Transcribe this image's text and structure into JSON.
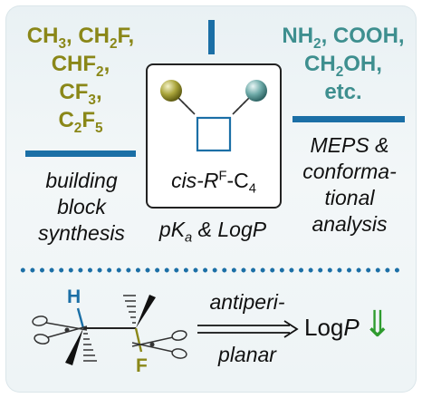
{
  "left_group": {
    "line1": "CH",
    "line1_sub": "3",
    "line1_rest": ", CH",
    "line1_sub2": "2",
    "line1_end": "F,",
    "line2": "CHF",
    "line2_sub": "2",
    "line2_end": ",",
    "line3": "CF",
    "line3_sub": "3",
    "line3_end": ",",
    "line4": "C",
    "line4_sub": "2",
    "line4_mid": "F",
    "line4_sub2": "5"
  },
  "right_group": {
    "line1": "NH",
    "line1_sub": "2",
    "line1_end": ", COOH,",
    "line2": "CH",
    "line2_sub": "2",
    "line2_end": "OH,",
    "line3": "etc."
  },
  "left_label": [
    "building",
    "block",
    "synthesis"
  ],
  "right_label": [
    "MEPS &",
    "conforma-",
    "tional",
    "analysis"
  ],
  "center_label": {
    "cis": "cis-",
    "r": "R",
    "r_sup": "F",
    "c": "-C",
    "c_sub": "4"
  },
  "pka": {
    "p": "pK",
    "p_sub": "a",
    "rest": " & LogP"
  },
  "bottom": {
    "atom_h": "H",
    "atom_f": "F",
    "arrow_top": "antiperi-",
    "arrow_bottom": "planar",
    "logp_main": "Log",
    "logp_italic": "P",
    "down_arrow": "⇓"
  },
  "colors": {
    "olive": "#8a8718",
    "teal": "#3e8f8f",
    "blue": "#1b6fa6",
    "green": "#2e9b2e"
  },
  "icons": [
    "olive-sphere-icon",
    "teal-sphere-icon",
    "cyclobutane-square-icon",
    "scissors-icon",
    "double-arrow-icon",
    "down-arrow-icon"
  ]
}
